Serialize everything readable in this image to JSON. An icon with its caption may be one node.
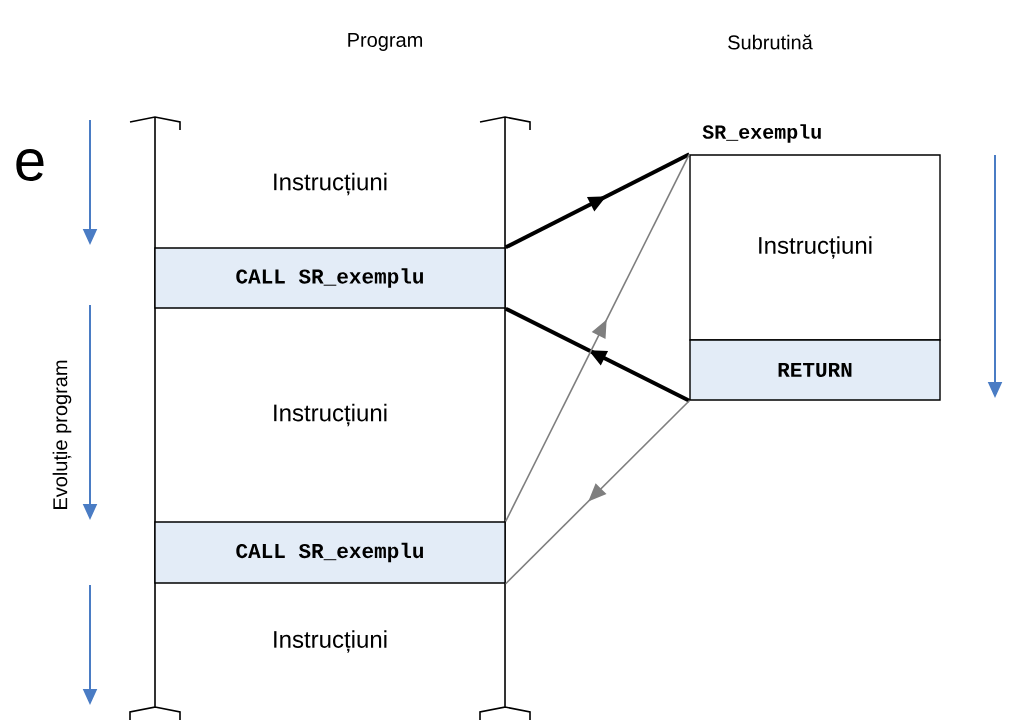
{
  "diagram": {
    "nodes": [
      {
        "text": [
          "Instrucțiuni"
        ]
      },
      {
        "text": [
          "CALL SR_exemplu"
        ]
      },
      {
        "text": [
          "Instrucțiuni"
        ]
      },
      {
        "text": [
          "CALL SR_exemplu"
        ]
      },
      {
        "text": [
          "Instrucțiuni"
        ]
      },
      {
        "text": [
          "SR_exemplu",
          "Instrucțiuni"
        ]
      },
      {
        "text": [
          "RETURN"
        ]
      }
    ],
    "edges": [
      {
        "from": 1,
        "to": 5,
        "arrow": "to",
        "style": "thick"
      },
      {
        "from": 6,
        "to": 1,
        "arrow": "to",
        "style": "thick"
      },
      {
        "from": 3,
        "to": 5,
        "arrow": "to",
        "color": "#7f7f7f"
      },
      {
        "from": 6,
        "to": 3,
        "arrow": "to",
        "color": "#7f7f7f"
      }
    ],
    "labels": [
      "Program",
      "Subrutină",
      "e",
      "Evoluție program"
    ]
  }
}
